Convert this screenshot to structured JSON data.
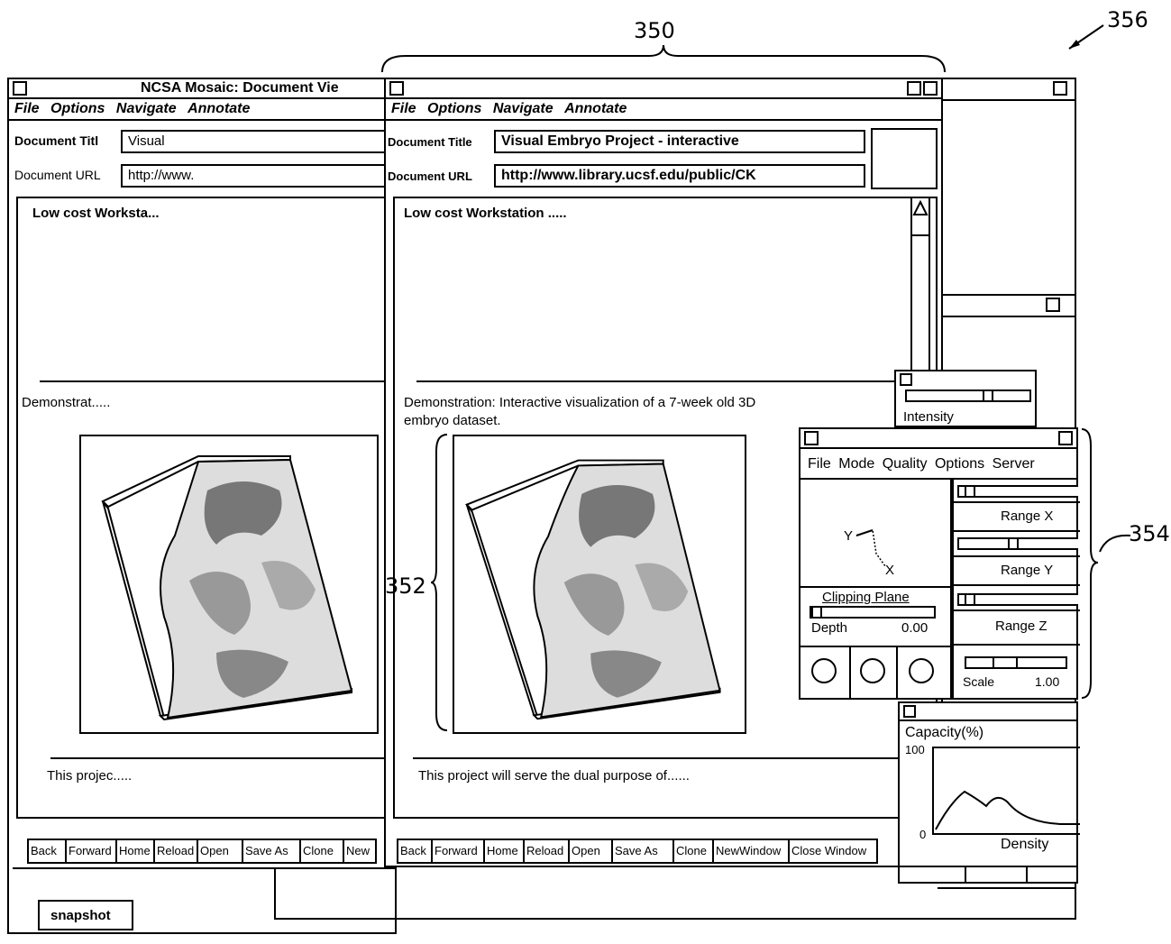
{
  "callouts": {
    "c350": "350",
    "c352": "352",
    "c354": "354",
    "c356": "356"
  },
  "left_window": {
    "title": "NCSA Mosaic: Document Vie",
    "menu": [
      "File",
      "Options",
      "Navigate",
      "Annotate"
    ],
    "doc_title_label": "Document Titl",
    "doc_title_value": "Visual",
    "doc_url_label": "Document URL",
    "doc_url_value": "http://www.",
    "heading": "Low cost Worksta...",
    "demo_text": "Demonstrat.....",
    "footer_text": "This projec.....",
    "buttons": [
      "Back",
      "Forward",
      "Home",
      "Reload",
      "Open",
      "Save As",
      "Clone",
      "New"
    ]
  },
  "center_window": {
    "menu": [
      "File",
      "Options",
      "Navigate",
      "Annotate"
    ],
    "doc_title_label": "Document Title",
    "doc_title_value": "Visual  Embryo  Project - interactive",
    "doc_url_label": "Document URL",
    "doc_url_value": "http://www.library.ucsf.edu/public/CK",
    "heading": "Low cost  Workstation .....",
    "demo_line1": "Demonstration: Interactive visualization of a 7-week old 3D",
    "demo_line2": "embryo  dataset.",
    "footer_text": "This project will serve the dual purpose of......",
    "buttons": [
      "Back",
      "Forward",
      "Home",
      "Reload",
      "Open",
      "Save As",
      "Clone",
      "NewWindow",
      "Close Window"
    ]
  },
  "intensity_panel": {
    "label": "Intensity",
    "value_fraction": 0.68
  },
  "viz_window": {
    "menu": [
      "File",
      "Mode",
      "Quality",
      "Options",
      "Server"
    ],
    "axis_y": "Y",
    "axis_x": "X",
    "clipping_label": "Clipping Plane",
    "depth_label": "Depth",
    "depth_value": "0.00",
    "range_x": "Range X",
    "range_y": "Range Y",
    "range_z": "Range Z",
    "scale_label": "Scale",
    "scale_value": "1.00",
    "range_x_fraction": 0.05,
    "range_y_fraction": 0.45,
    "range_z_fraction": 0.05,
    "scale_fraction": 0.35,
    "depth_fraction": 0.0
  },
  "capacity_panel": {
    "title": "Capacity(%)",
    "y_max": "100",
    "y_min": "0",
    "xlabel": "Density"
  },
  "snapshot_button": "snapshot"
}
